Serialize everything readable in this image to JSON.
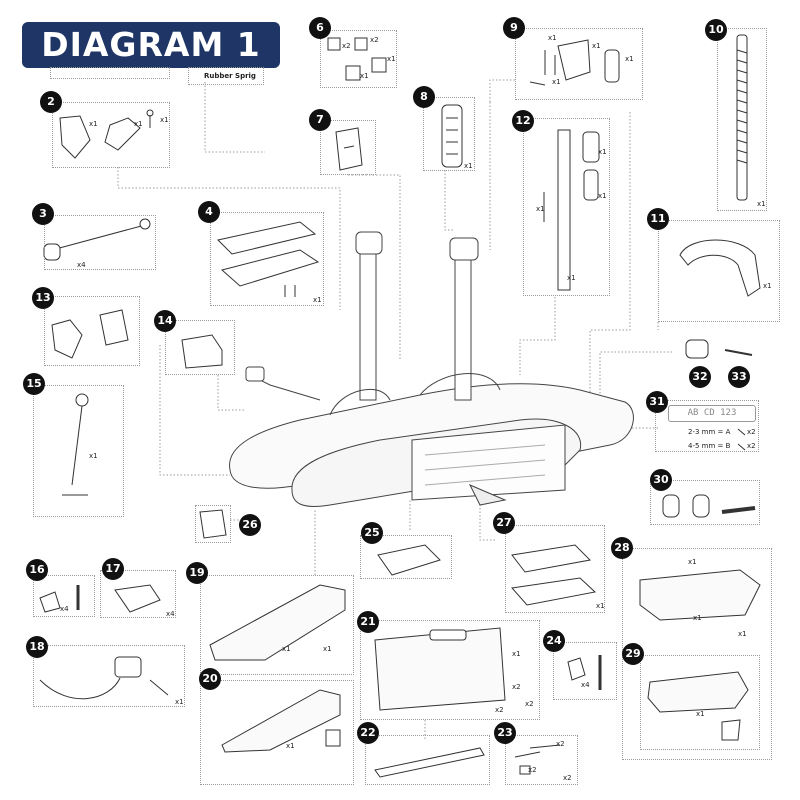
{
  "header": {
    "title": "DIAGRAM 1"
  },
  "rubber_label": "Rubber Sprig",
  "parts": [
    {
      "id": "2"
    },
    {
      "id": "3"
    },
    {
      "id": "4"
    },
    {
      "id": "6"
    },
    {
      "id": "7"
    },
    {
      "id": "8"
    },
    {
      "id": "9"
    },
    {
      "id": "10"
    },
    {
      "id": "11"
    },
    {
      "id": "12"
    },
    {
      "id": "13"
    },
    {
      "id": "14"
    },
    {
      "id": "15"
    },
    {
      "id": "16"
    },
    {
      "id": "17"
    },
    {
      "id": "18"
    },
    {
      "id": "19"
    },
    {
      "id": "20"
    },
    {
      "id": "21"
    },
    {
      "id": "22"
    },
    {
      "id": "23"
    },
    {
      "id": "24"
    },
    {
      "id": "25"
    },
    {
      "id": "26"
    },
    {
      "id": "27"
    },
    {
      "id": "28"
    },
    {
      "id": "29"
    },
    {
      "id": "30"
    },
    {
      "id": "31"
    },
    {
      "id": "32"
    },
    {
      "id": "33"
    }
  ],
  "quantities": {
    "q2a": "x1",
    "q2b": "x1",
    "q2c": "x1",
    "q3": "x4",
    "q4": "x1",
    "q6a": "x2",
    "q6b": "x2",
    "q6c": "x1",
    "q6d": "x1",
    "q8": "x1",
    "q9a": "x1",
    "q9b": "x1",
    "q9c": "x1",
    "q9d": "x1",
    "q10": "x1",
    "q11": "x1",
    "q12a": "x1",
    "q12b": "x1",
    "q12c": "x1",
    "q12d": "x1",
    "q15": "x1",
    "q16": "x4",
    "q17": "x4",
    "q18": "x1",
    "q19a": "x1",
    "q19b": "x1",
    "q20": "x1",
    "q21a": "x1",
    "q21b": "x2",
    "q21c": "x2",
    "q21d": "x2",
    "q23a": "x2",
    "q23b": "x2",
    "q23c": "x2",
    "q24": "x4",
    "q27": "x1",
    "q28a": "x1",
    "q28b": "x1",
    "q28c": "x1",
    "q29": "x1"
  },
  "plate": {
    "text": "AB CD 123",
    "spec_a": "2-3 mm = A",
    "spec_a_qty": "x2",
    "spec_b": "4-5 mm = B",
    "spec_b_qty": "x2"
  }
}
